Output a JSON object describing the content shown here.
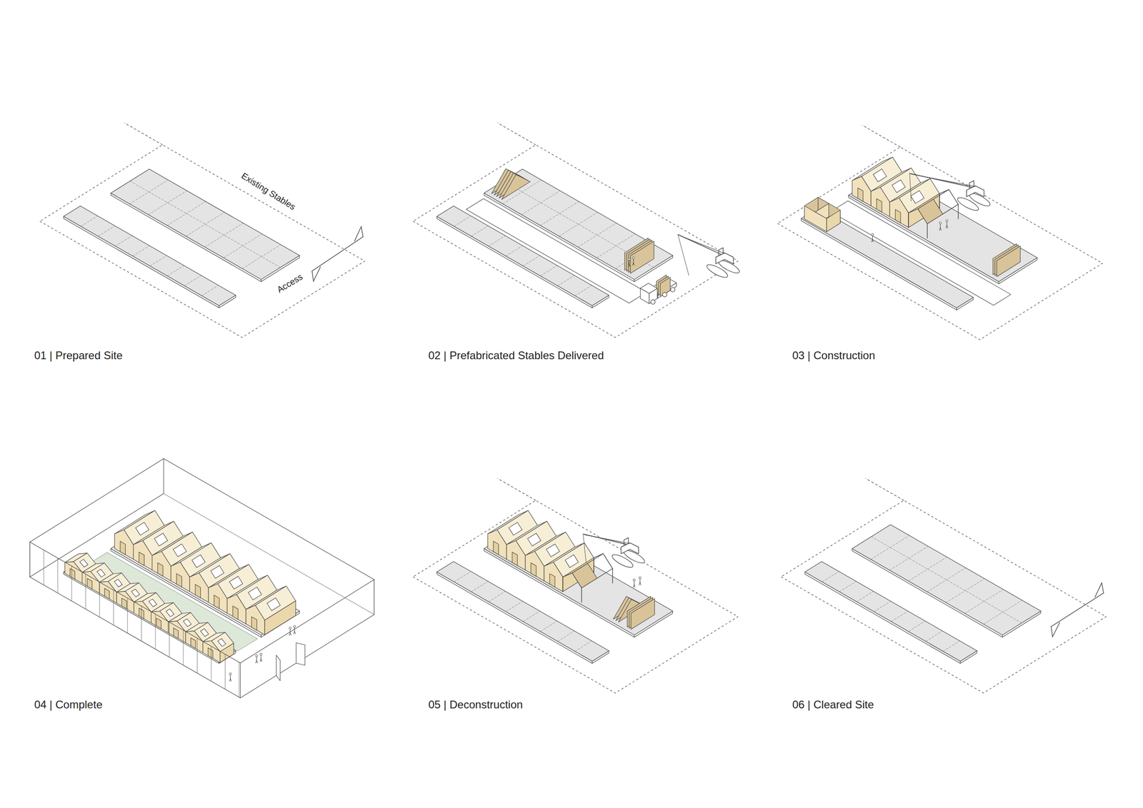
{
  "diagram": {
    "labels": [
      "Existing Stables",
      "Access",
      "01 | Prepared Site",
      "02 | Prefabricated Stables Delivered",
      "03 | Construction",
      "04 | Complete",
      "05 | Deconstruction",
      "06 | Cleared Site"
    ]
  }
}
